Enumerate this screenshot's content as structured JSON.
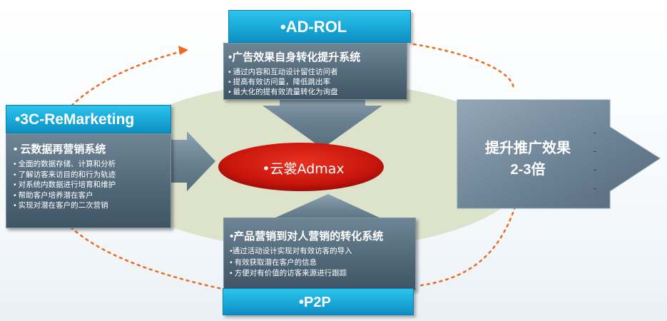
{
  "center": {
    "label": "•云裳Admax"
  },
  "top_module": {
    "name": "•AD-ROL",
    "title": "•广告效果自身转化提升系统",
    "items": [
      "• 通过内容和互动设计留住访问者",
      "• 提高有效访问量，降低跳出率",
      "• 最大化的提有效流量转化为询盘"
    ]
  },
  "left_module": {
    "name": "•3C-ReMarketing",
    "title": "• 云数据再营销系统",
    "items": [
      "• 全面的数据存储、计算和分析",
      "• 了解访客来访目的和行为轨迹",
      "•  对系统内数据进行培育和维护",
      "•  帮助客户培养潜在客户",
      "•  实现对潜在客户的二次营销"
    ]
  },
  "bottom_module": {
    "name": "•P2P",
    "title": "•产品营销到对人营销的转化系统",
    "items": [
      "•通过活动设计实现对有效访客的导入",
      "•  有效获取潜在客户的信息",
      "•  方便对有价值的访客来源进行跟踪"
    ]
  },
  "result": {
    "line1": "提升推广效果",
    "line2": "2-3倍"
  },
  "colors": {
    "header_blue": "#19a8d8",
    "panel_gray": "#52697a",
    "center_red": "#d0160f",
    "cycle_orange": "#ef6a1f",
    "ellipse_bg": "#d9dfc6"
  }
}
